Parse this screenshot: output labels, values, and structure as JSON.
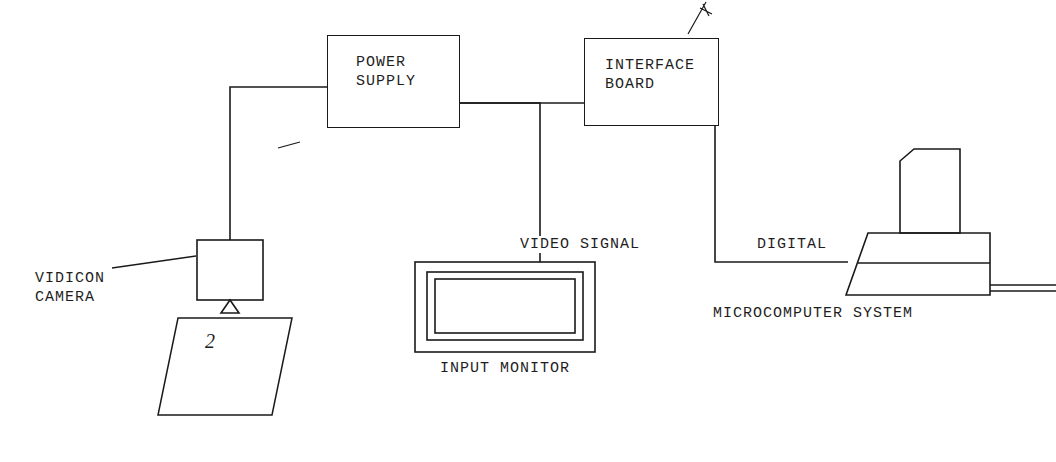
{
  "diagram": {
    "nodes": [
      {
        "text": [
          "VIDICON CAMERA"
        ]
      },
      {
        "text": [
          "POWER SUPPLY"
        ]
      },
      {
        "text": [
          "INTERFACE BOARD"
        ]
      },
      {
        "text": [
          "INPUT MONITOR"
        ]
      },
      {
        "text": [
          "MICROCOMPUTER SYSTEM"
        ]
      }
    ],
    "edges": [
      {
        "from": 0,
        "to": 1,
        "arrow": "none"
      },
      {
        "from": 1,
        "to": 2,
        "arrow": "none"
      },
      {
        "from": 1,
        "to": 3,
        "label": "VIDEO SIGNAL",
        "arrow": "none"
      },
      {
        "from": 2,
        "to": 4,
        "label": "DIGITAL",
        "arrow": "none"
      }
    ],
    "labels": [
      "2"
    ]
  }
}
